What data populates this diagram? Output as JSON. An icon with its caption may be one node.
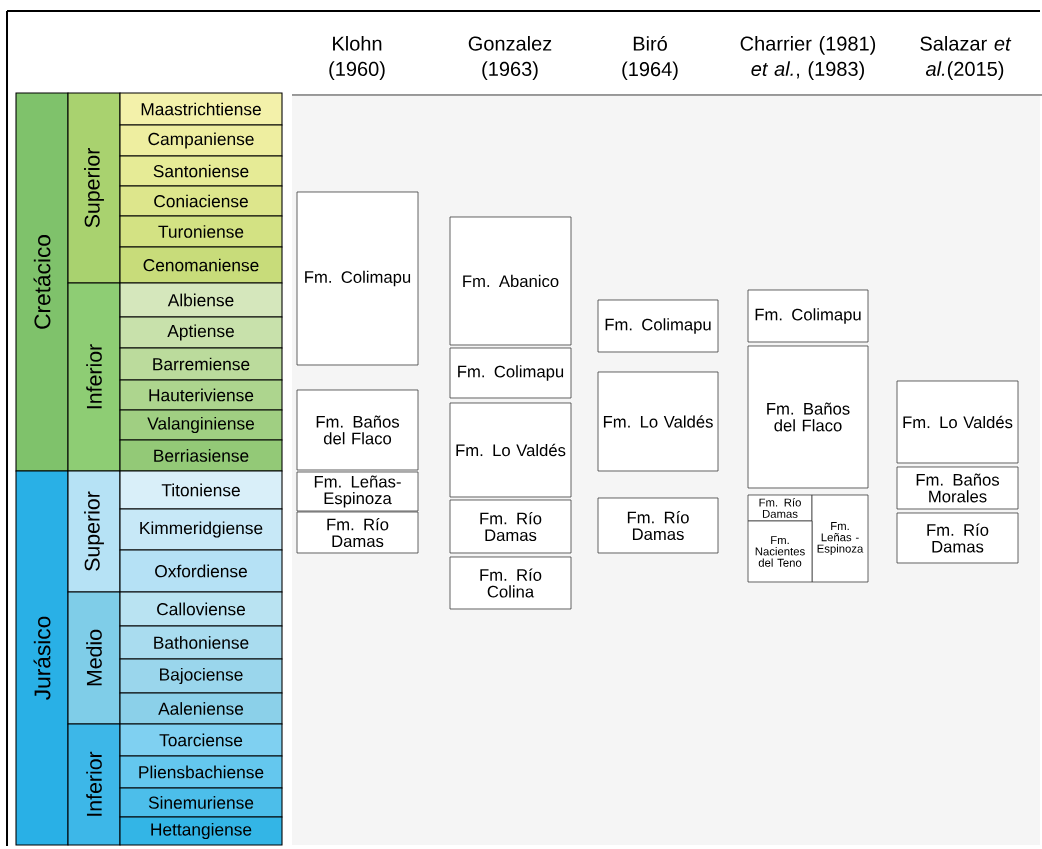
{
  "diagram": {
    "nodes": [
      {
        "text": [
          "Cretácico"
        ]
      },
      {
        "text": [
          "Jurásico"
        ]
      },
      {
        "text": [
          "Superior"
        ]
      },
      {
        "text": [
          "Inferior"
        ]
      },
      {
        "text": [
          "Superior"
        ]
      },
      {
        "text": [
          "Medio"
        ]
      },
      {
        "text": [
          "Inferior"
        ]
      },
      {
        "text": [
          "Maastrichtiense"
        ]
      },
      {
        "text": [
          "Campaniense"
        ]
      },
      {
        "text": [
          "Santoniense"
        ]
      },
      {
        "text": [
          "Coniaciense"
        ]
      },
      {
        "text": [
          "Turoniense"
        ]
      },
      {
        "text": [
          "Cenomaniense"
        ]
      },
      {
        "text": [
          "Albiense"
        ]
      },
      {
        "text": [
          "Aptiense"
        ]
      },
      {
        "text": [
          "Barremiense"
        ]
      },
      {
        "text": [
          "Hauteriviense"
        ]
      },
      {
        "text": [
          "Valanginiense"
        ]
      },
      {
        "text": [
          "Berriasiense"
        ]
      },
      {
        "text": [
          "Titoniense"
        ]
      },
      {
        "text": [
          "Kimmeridgiense"
        ]
      },
      {
        "text": [
          "Oxfordiense"
        ]
      },
      {
        "text": [
          "Calloviense"
        ]
      },
      {
        "text": [
          "Bathoniense"
        ]
      },
      {
        "text": [
          "Bajociense"
        ]
      },
      {
        "text": [
          "Aaleniense"
        ]
      },
      {
        "text": [
          "Toarciense"
        ]
      },
      {
        "text": [
          "Pliensbachiense"
        ]
      },
      {
        "text": [
          "Sinemuriense"
        ]
      },
      {
        "text": [
          "Hettangiense"
        ]
      },
      {
        "text": [
          "Fm. Colimapu"
        ]
      },
      {
        "text": [
          "Fm. Baños del Flaco"
        ]
      },
      {
        "text": [
          "Fm. Leñas-Espinoza"
        ]
      },
      {
        "text": [
          "Fm. Río Damas"
        ]
      },
      {
        "text": [
          "Fm. Abanico"
        ]
      },
      {
        "text": [
          "Fm. Colimapu"
        ]
      },
      {
        "text": [
          "Fm. Lo Valdés"
        ]
      },
      {
        "text": [
          "Fm. Río Damas"
        ]
      },
      {
        "text": [
          "Fm. Río Colina"
        ]
      },
      {
        "text": [
          "Fm. Colimapu"
        ]
      },
      {
        "text": [
          "Fm. Lo Valdés"
        ]
      },
      {
        "text": [
          "Fm. Río Damas"
        ]
      },
      {
        "text": [
          "Fm. Colimapu"
        ]
      },
      {
        "text": [
          "Fm. Baños del Flaco"
        ]
      },
      {
        "text": [
          "Fm. Río Damas"
        ]
      },
      {
        "text": [
          "Fm. Leñas - Espinoza"
        ]
      },
      {
        "text": [
          "Fm. Nacientes del Teno"
        ]
      },
      {
        "text": [
          "Fm. Lo Valdés"
        ]
      },
      {
        "text": [
          "Fm. Baños Morales"
        ]
      },
      {
        "text": [
          "Fm. Río Damas"
        ]
      }
    ],
    "labels": [
      "Klohn (1960)",
      "Gonzalez (1963)",
      "Biró (1964)",
      "Charrier (1981) *et al.*, (1983)",
      "Salazar *et* *al.*(2015)"
    ]
  }
}
